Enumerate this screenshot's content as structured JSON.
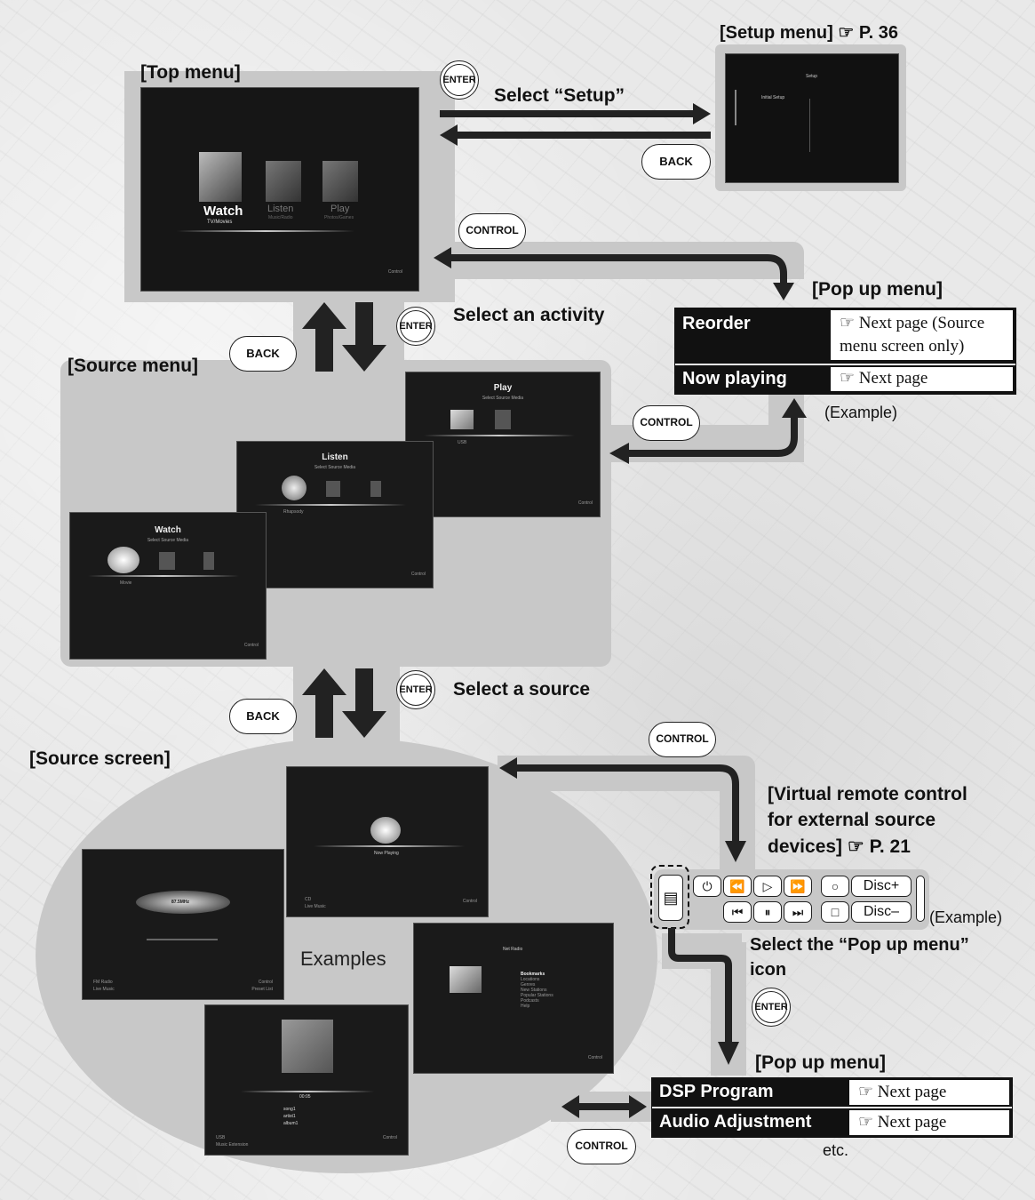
{
  "top_menu": {
    "title": "[Top menu]",
    "icons": [
      {
        "name": "Watch",
        "sub": "TV/Movies"
      },
      {
        "name": "Listen",
        "sub": "Music/Radio"
      },
      {
        "name": "Play",
        "sub": "Photos/Games"
      }
    ],
    "control_hint": "Control"
  },
  "setup_menu": {
    "title": "[Setup menu]",
    "ref": "☞ P. 36",
    "screen_title": "Setup",
    "screen_item": "Initial Setup"
  },
  "select_setup": "Select “Setup”",
  "select_activity": "Select an activity",
  "select_source": "Select a source",
  "source_menu": {
    "title": "[Source menu]",
    "play": {
      "title": "Play",
      "sub": "Select Source Media",
      "item": "USB",
      "control": "Control"
    },
    "listen": {
      "title": "Listen",
      "sub": "Select Source Media",
      "item": "Rhapsody",
      "control": "Control"
    },
    "watch": {
      "title": "Watch",
      "sub": "Select Source Media",
      "item": "Movie",
      "control": "Control"
    }
  },
  "popup_menu_1": {
    "title": "[Pop up menu]",
    "rows": [
      {
        "label": "Reorder",
        "ref": "☞ Next page (Source menu screen only)"
      },
      {
        "label": "Now playing",
        "ref": "☞ Next page"
      }
    ],
    "example": "(Example)"
  },
  "source_screen": {
    "title": "[Source screen]",
    "examples": "Examples",
    "cd": {
      "caption": "Now Playing",
      "line1": "CD",
      "line2": "Live Music",
      "control": "Control"
    },
    "fm": {
      "freq": "87.5MHz",
      "line1": "FM Radio",
      "line2": "Live Music",
      "control": "Control",
      "preset": "Preset List"
    },
    "net": {
      "title": "Net Radio",
      "items": [
        "Bookmarks",
        "Locations",
        "Genres",
        "New Stations",
        "Popular Stations",
        "Podcasts",
        "Help"
      ],
      "control": "Control"
    },
    "usb": {
      "time": "00:05",
      "song": "song1",
      "artist": "artist1",
      "album": "album1",
      "line1": "USB",
      "line2": "Music Extension",
      "control": "Control"
    }
  },
  "virtual_remote": {
    "title_line1": "[Virtual remote control",
    "title_line2": "for external source",
    "title_line3": "devices]",
    "ref": "☞ P. 21",
    "top_row": [
      "⏻",
      "⏪",
      "▷",
      "⏩",
      "○",
      "Disc+"
    ],
    "bottom_row": [
      "⏮",
      "⏸",
      "⏭",
      "□",
      "Disc–"
    ],
    "example": "(Example)"
  },
  "select_popup_icon_line1": "Select the “Pop up menu”",
  "select_popup_icon_line2": "icon",
  "popup_menu_2": {
    "title": "[Pop up menu]",
    "rows": [
      {
        "label": "DSP Program",
        "ref": "☞ Next page"
      },
      {
        "label": "Audio Adjustment",
        "ref": "☞ Next page"
      }
    ],
    "etc": "etc."
  },
  "buttons": {
    "enter": "ENTER",
    "back": "BACK",
    "control": "CONTROL"
  }
}
